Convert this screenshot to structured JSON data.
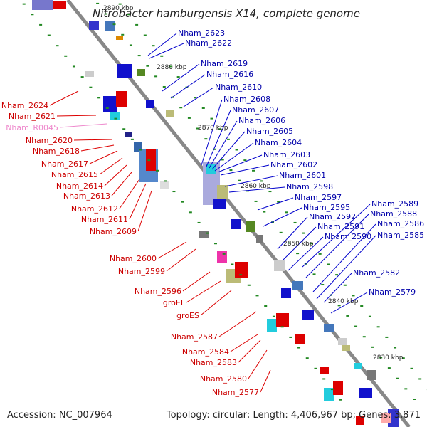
{
  "title": "Nitrobacter hamburgensis X14, complete genome",
  "footer": {
    "accession": "Accession: NC_007964",
    "summary": "Topology: circular; Length: 4,406,967 bp; Genes: 3,871"
  },
  "colors": {
    "forward": "#0000cc",
    "reverse": "#dd0000",
    "rna": "#ee88cc",
    "backbone": "#888888",
    "tick": "#228822"
  },
  "kbp_labels": [
    "2890 kbp",
    "2880 kbp",
    "2870 kbp",
    "2860 kbp",
    "2850 kbp",
    "2840 kbp",
    "2830 kbp"
  ],
  "forward_labels": [
    "Nham_2623",
    "Nham_2622",
    "Nham_2619",
    "Nham_2616",
    "Nham_2610",
    "Nham_2608",
    "Nham_2607",
    "Nham_2606",
    "Nham_2605",
    "Nham_2604",
    "Nham_2603",
    "Nham_2602",
    "Nham_2601",
    "Nham_2598",
    "Nham_2597",
    "Nham_2595",
    "Nham_2592",
    "Nham_2591",
    "Nham_2590",
    "Nham_2589",
    "Nham_2588",
    "Nham_2586",
    "Nham_2585",
    "Nham_2582",
    "Nham_2579"
  ],
  "reverse_labels": [
    "Nham_2624",
    "Nham_2621",
    "Nham_R0045",
    "Nham_2620",
    "Nham_2618",
    "Nham_2617",
    "Nham_2615",
    "Nham_2614",
    "Nham_2613",
    "Nham_2612",
    "Nham_2611",
    "Nham_2609",
    "Nham_2600",
    "Nham_2599",
    "Nham_2596",
    "groEL",
    "groES",
    "Nham_2587",
    "Nham_2584",
    "Nham_2583",
    "Nham_2580",
    "Nham_2577"
  ],
  "features": [
    {
      "kind": "arrow",
      "strand": "fwd",
      "color": "#3333cc"
    },
    {
      "kind": "box",
      "color": "#4477bb"
    },
    {
      "kind": "box",
      "color": "#99bbdd"
    },
    {
      "kind": "box",
      "color": "#dd8800"
    },
    {
      "kind": "box",
      "color": "#bbbb88"
    },
    {
      "kind": "box",
      "color": "#22ccdd"
    },
    {
      "kind": "box",
      "color": "#ee33aa"
    },
    {
      "kind": "box",
      "color": "#558822"
    },
    {
      "kind": "box",
      "color": "#777777"
    },
    {
      "kind": "box",
      "color": "#cccccc"
    }
  ]
}
